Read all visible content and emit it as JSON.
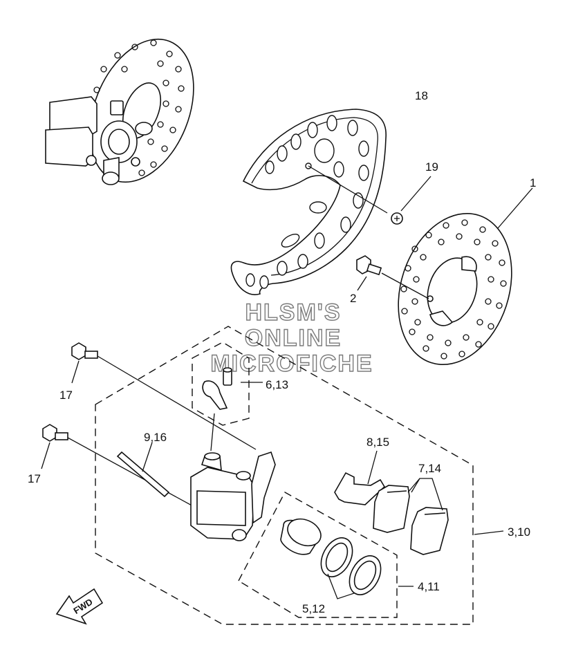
{
  "callouts": {
    "c1": "1",
    "c2": "2",
    "c18": "18",
    "c19": "19",
    "c17a": "17",
    "c17b": "17",
    "c613": "6,13",
    "c916": "9,16",
    "c815": "8,15",
    "c714": "7,14",
    "c310": "3,10",
    "c411": "4,11",
    "c512": "5,12"
  },
  "watermark": {
    "line1": "HLSM'S",
    "line2": "ONLINE",
    "line3": "MICROFICHE"
  },
  "fwd_label": "FWD"
}
